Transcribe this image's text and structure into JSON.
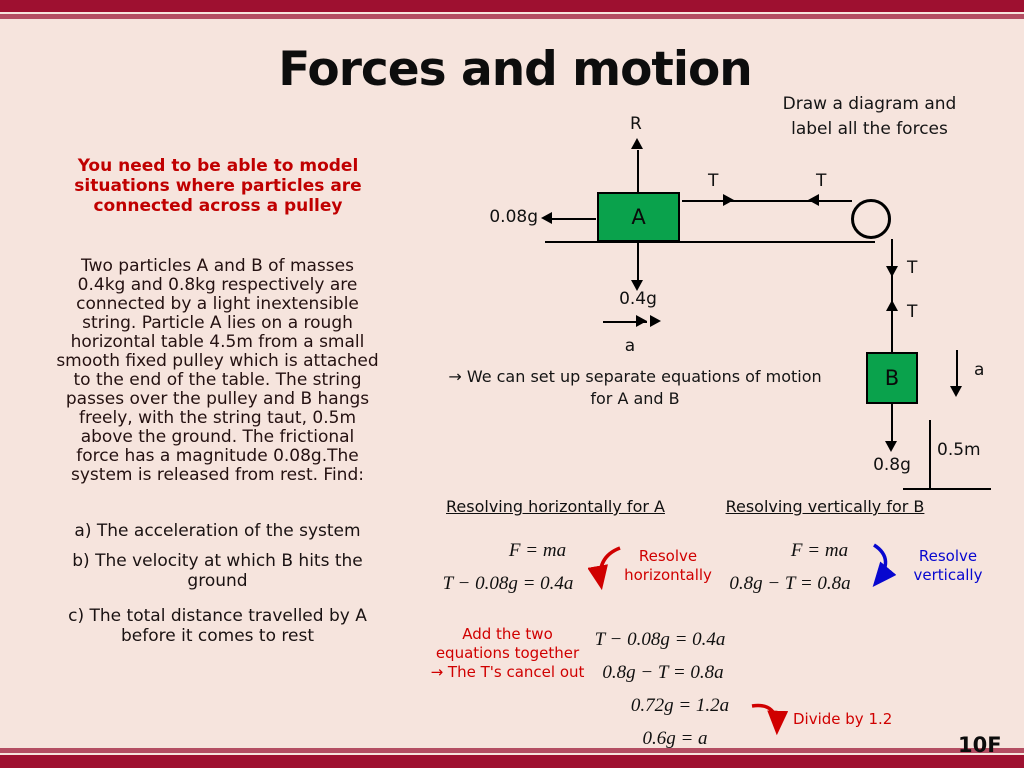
{
  "title": "Forces and motion",
  "top_note": "Draw a diagram and\nlabel all the forces",
  "left_panel": {
    "objective": "You need to be able to model\nsituations where particles are\nconnected across a pulley",
    "problem": "Two particles A and B of masses\n0.4kg and 0.8kg respectively are\nconnected by a light inextensible\nstring. Particle A lies on a rough\nhorizontal table 4.5m from a small\nsmooth fixed pulley which is attached\nto the end of the table. The string\npasses over the pulley and B hangs\nfreely, with the string taut, 0.5m\nabove the ground. The frictional\nforce has a magnitude 0.08g.The\nsystem is released from rest. Find:",
    "part_a": "a) The acceleration of the system",
    "part_b": "b) The velocity at which B hits the\nground",
    "part_c": "c) The total distance travelled by A\nbefore it comes to rest"
  },
  "diagram": {
    "normal_label": "R",
    "friction_label": "0.08g",
    "tension_1": "T",
    "tension_2": "T",
    "tension_3": "T",
    "tension_4": "T",
    "weight_a_label": "0.4g",
    "accel_a_label": "a",
    "particle_a": "A",
    "particle_b": "B",
    "accel_b_label": "a",
    "weight_b_label": "0.8g",
    "height_label": "0.5m",
    "caption": "→ We can set up separate equations of motion\nfor A and B"
  },
  "working": {
    "heading_a": "Resolving horizontally for A",
    "heading_b": "Resolving vertically for B",
    "newton_a": "F = ma",
    "newton_b": "F = ma",
    "equation_a": "T − 0.08g = 0.4a",
    "equation_b": "0.8g − T = 0.8a",
    "note_resolve_a": "Resolve\nhorizontally",
    "note_resolve_b": "Resolve\nvertically",
    "note_add": "Add the two\nequations together\n→ The T's cancel out",
    "sum_line1": "T − 0.08g = 0.4a",
    "sum_line2": "0.8g − T = 0.8a",
    "sum_line3": "0.72g = 1.2a",
    "sum_line4": "0.6g = a",
    "note_divide": "Divide by 1.2"
  },
  "footer": "10F",
  "colors": {
    "band_dark": "#9e1030",
    "band_light": "#b44d62",
    "background": "#f6e4dd",
    "particle_green": "#0aa24c",
    "accent_red": "#d00000",
    "accent_blue": "#0707cf",
    "objective_red": "#c00000"
  }
}
